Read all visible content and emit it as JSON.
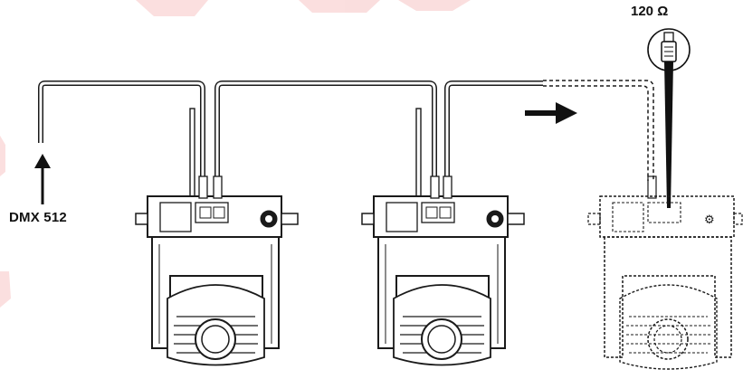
{
  "labels": {
    "dmx": "DMX 512",
    "terminator": "120 Ω"
  },
  "diagram": {
    "fixture_count": 3,
    "fixtures": [
      {
        "id": "fixture-1",
        "style": "solid"
      },
      {
        "id": "fixture-2",
        "style": "solid"
      },
      {
        "id": "fixture-3",
        "style": "dashed"
      }
    ],
    "signal_direction": "right",
    "colors": {
      "ink": "#1a1a1a",
      "background": "#ffffff",
      "watermark": "#f7c4c4"
    }
  }
}
